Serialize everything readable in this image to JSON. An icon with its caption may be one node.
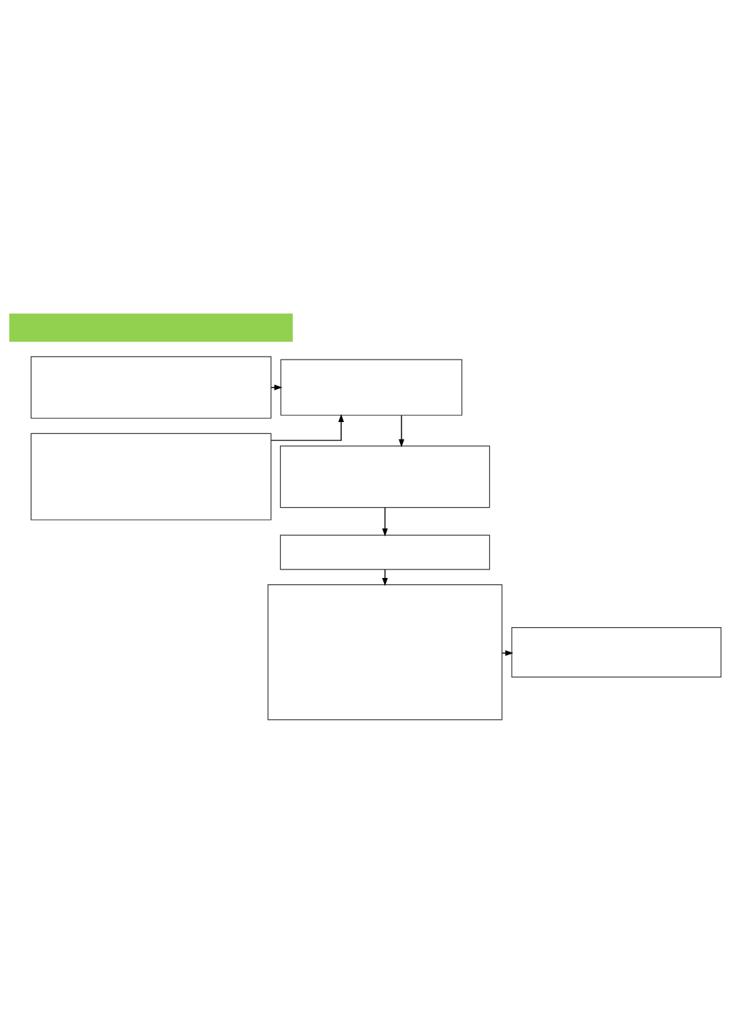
{
  "diagram": {
    "nodes": [
      {
        "text": [],
        "shape": "bar"
      },
      {
        "text": [],
        "shape": "box"
      },
      {
        "text": [],
        "shape": "box"
      },
      {
        "text": [],
        "shape": "box"
      },
      {
        "text": [],
        "shape": "box"
      },
      {
        "text": [],
        "shape": "box"
      },
      {
        "text": [],
        "shape": "box"
      },
      {
        "text": [],
        "shape": "box"
      }
    ],
    "edges": [
      {
        "from": 1,
        "to": 3,
        "arrow": "to"
      },
      {
        "from": 2,
        "to": 3,
        "arrow": "to"
      },
      {
        "from": 3,
        "to": 4,
        "arrow": "to"
      },
      {
        "from": 4,
        "to": 5,
        "arrow": "to"
      },
      {
        "from": 5,
        "to": 6,
        "arrow": "to"
      },
      {
        "from": 6,
        "to": 7,
        "arrow": "to"
      }
    ]
  }
}
